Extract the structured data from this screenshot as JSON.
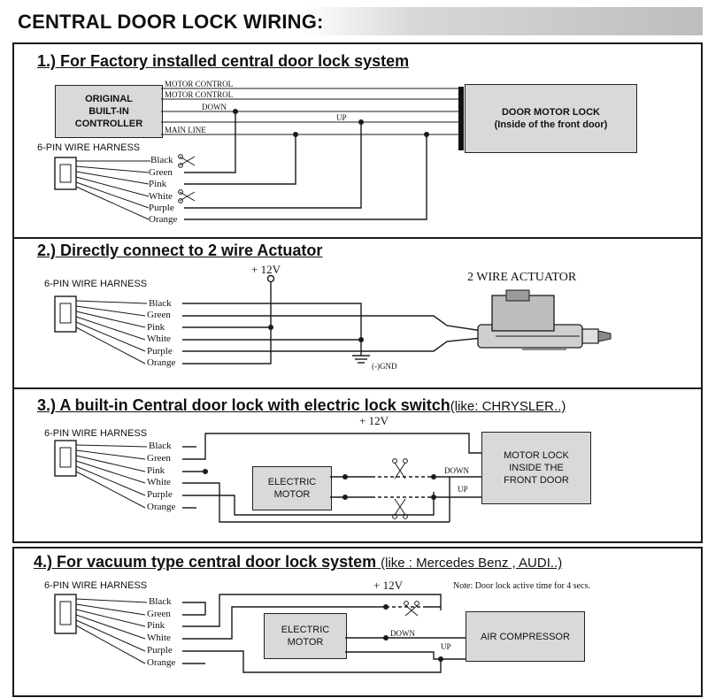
{
  "title": "CENTRAL DOOR LOCK WIRING:",
  "harness_label": "6-PIN WIRE HARNESS",
  "wire_colors": [
    "Black",
    "Green",
    "Pink",
    "White",
    "Purple",
    "Orange"
  ],
  "section1": {
    "title": "1.) For Factory installed central door lock system",
    "controller": [
      "ORIGINAL",
      "BUILT-IN",
      "CONTROLLER"
    ],
    "lines": [
      "MOTOR CONTROL",
      "MOTOR CONTROL",
      "DOWN",
      "MAIN LINE"
    ],
    "up": "UP",
    "motor_lock": [
      "DOOR MOTOR LOCK",
      "(Inside of the front door)"
    ],
    "harness": "6-PIN WIRE HARNESS"
  },
  "section2": {
    "title": "2.) Directly connect to 2 wire Actuator",
    "harness": "6-PIN WIRE HARNESS",
    "plus12v": "+ 12V",
    "gnd": "(-)GND",
    "actuator": "2 WIRE ACTUATOR"
  },
  "section3": {
    "title": "3.) A built-in Central door lock with electric lock switch",
    "title_sub": "(like: CHRYSLER..)",
    "harness": "6-PIN WIRE HARNESS",
    "plus12v": "+ 12V",
    "motor": [
      "ELECTRIC",
      "MOTOR"
    ],
    "down": "DOWN",
    "up": "UP",
    "motor_lock": [
      "MOTOR LOCK",
      "INSIDE THE",
      "FRONT DOOR"
    ]
  },
  "section4": {
    "title": "4.) For vacuum type central door lock system",
    "title_sub": "(like : Mercedes Benz , AUDI..)",
    "harness": "6-PIN WIRE HARNESS",
    "plus12v": "+ 12V",
    "note": "Note: Door lock active time for 4 secs.",
    "motor": [
      "ELECTRIC",
      "MOTOR"
    ],
    "down": "DOWN",
    "up": "UP",
    "compressor": "AIR COMPRESSOR"
  }
}
